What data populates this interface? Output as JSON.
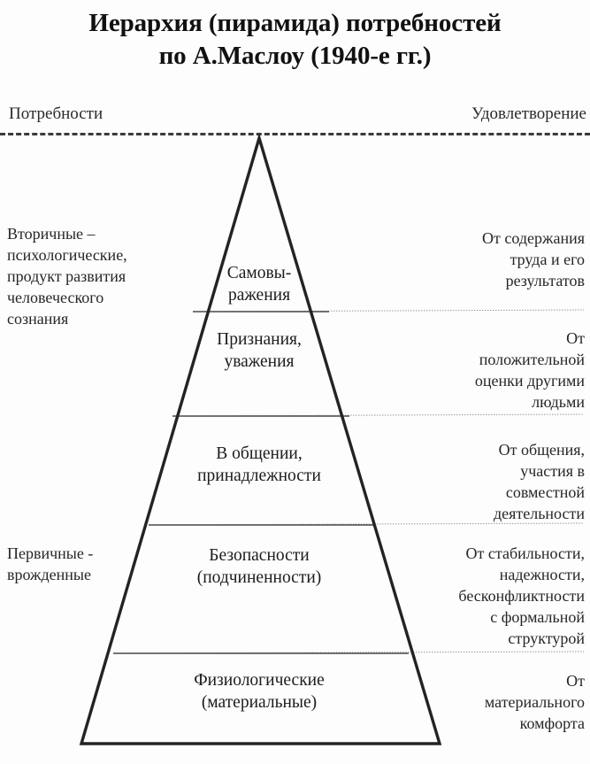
{
  "title": {
    "line1": "Иерархия (пирамида) потребностей",
    "line2": "по А.Маслоу (1940-е гг.)"
  },
  "columns": {
    "left_caption": "Потребности",
    "right_caption": "Удовлетворение"
  },
  "side_left": {
    "secondary": {
      "line1": "Вторичные –",
      "line2": "психологические,",
      "line3": "продукт развития",
      "line4": "человеческого",
      "line5": "сознания"
    },
    "primary": {
      "line1": "Первичные -",
      "line2": "врожденные"
    }
  },
  "pyramid": {
    "tiers": [
      {
        "id": "self-actualization",
        "level": 5,
        "label_line1": "Самовы-",
        "label_line2": "ражения",
        "label_line3": "",
        "label_line4": "",
        "label_line5": ""
      },
      {
        "id": "esteem",
        "level": 4,
        "label_line1": "Признания,",
        "label_line2": "уважения",
        "label_line3": "",
        "label_line4": "",
        "label_line5": ""
      },
      {
        "id": "belonging",
        "level": 3,
        "label_line1": "В общении,",
        "label_line2": "принадлежности",
        "label_line3": "",
        "label_line4": "",
        "label_line5": ""
      },
      {
        "id": "safety",
        "level": 2,
        "label_line1": "Безопасности",
        "label_line2": "(подчиненности)",
        "label_line3": "",
        "label_line4": "",
        "label_line5": ""
      },
      {
        "id": "physiological",
        "level": 1,
        "label_line1": "Физиологические",
        "label_line2": "(материальные)",
        "label_line3": "",
        "label_line4": "",
        "label_line5": ""
      }
    ]
  },
  "side_right": {
    "tier5": {
      "line1": "От содержания",
      "line2": "труда и его",
      "line3": "результатов",
      "line4": "",
      "line5": ""
    },
    "tier4": {
      "line1": "От",
      "line2": "положительной",
      "line3": "оценки другими",
      "line4": "людьми",
      "line5": ""
    },
    "tier3": {
      "line1": "От общения,",
      "line2": "участия в",
      "line3": "совместной",
      "line4": "деятельности",
      "line5": ""
    },
    "tier2": {
      "line1": "От стабильности,",
      "line2": "надежности,",
      "line3": "бесконфликтности",
      "line4": "с формальной",
      "line5": "структурой"
    },
    "tier1": {
      "line1": "От",
      "line2": "материального",
      "line3": "комфорта",
      "line4": "",
      "line5": ""
    }
  },
  "colors": {
    "outline": "#232323",
    "divider": "#555555",
    "dashed_rule": "#3a3a3a",
    "text": "#1c1c1c",
    "background": "#fdfdfd"
  },
  "chart_data": {
    "type": "pyramid",
    "title": "Иерархия (пирамида) потребностей по А.Маслоу (1940-е гг.)",
    "levels": [
      {
        "rank": 5,
        "need": "Самовыражения",
        "satisfaction": "От содержания труда и его результатов",
        "group": "Вторичные"
      },
      {
        "rank": 4,
        "need": "Признания, уважения",
        "satisfaction": "От положительной оценки другими людьми",
        "group": "Вторичные"
      },
      {
        "rank": 3,
        "need": "В общении, принадлежности",
        "satisfaction": "От общения, участия в совместной деятельности",
        "group": "Вторичные"
      },
      {
        "rank": 2,
        "need": "Безопасности (подчиненности)",
        "satisfaction": "От стабильности, надежности, бесконфликтности с формальной структурой",
        "group": "Первичные"
      },
      {
        "rank": 1,
        "need": "Физиологические (материальные)",
        "satisfaction": "От материального комфорта",
        "group": "Первичные"
      }
    ],
    "column_headers": [
      "Потребности",
      "Удовлетворение"
    ]
  }
}
